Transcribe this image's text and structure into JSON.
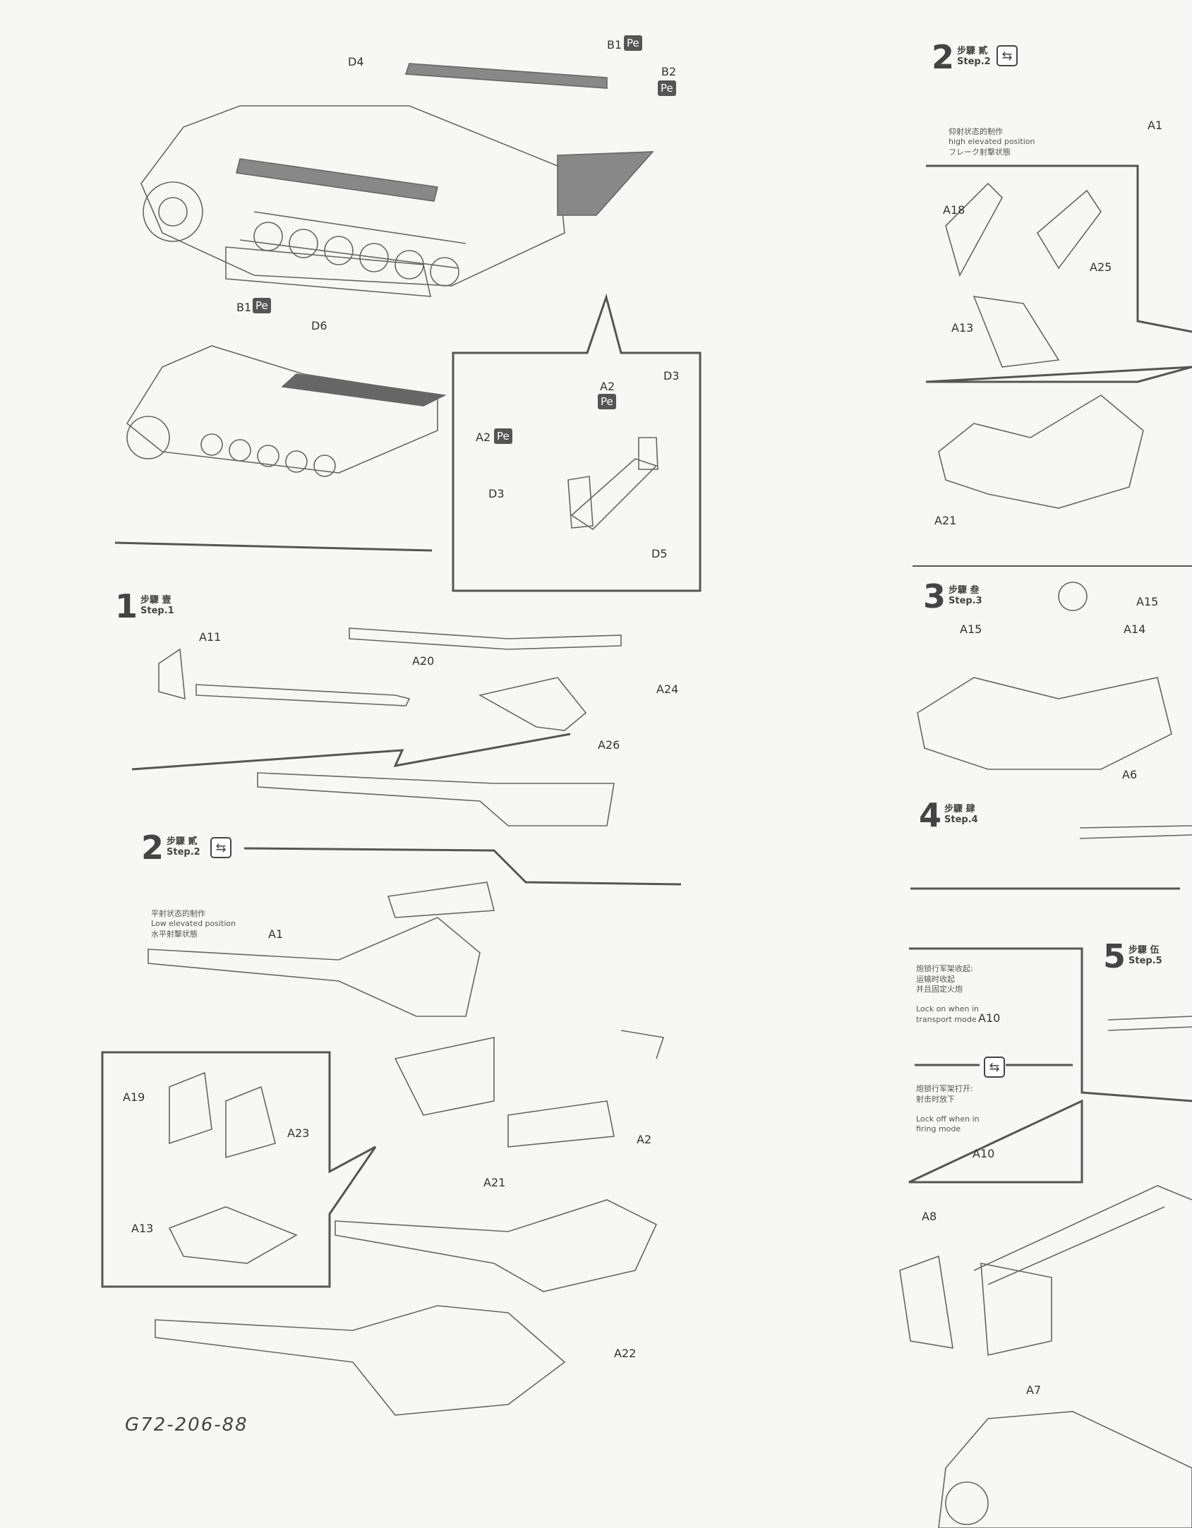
{
  "top_section": {
    "labels": {
      "b1_top": "B1",
      "b2": "B2",
      "d4": "D4",
      "b1_bottom": "B1",
      "d6": "D6",
      "a2_inset_a": "A2",
      "d3_inset_a": "D3",
      "a2_inset_b": "A2",
      "d3_inset_b": "D3",
      "d5": "D5"
    },
    "pe_badge": "Pe"
  },
  "step1": {
    "number": "1",
    "zh": "步驟 壹",
    "en": "Step.1",
    "parts": [
      "A11",
      "A20",
      "A24",
      "A26"
    ]
  },
  "step2_low": {
    "number": "2",
    "zh": "步驟 貳",
    "en": "Step.2",
    "note_zh": "平射状态的制作",
    "note_en": "Low elevated position",
    "note_ja": "水平射擊状態",
    "parts": {
      "a1": "A1",
      "a19": "A19",
      "a23": "A23",
      "a13": "A13",
      "a2": "A2",
      "a21": "A21",
      "a22": "A22"
    }
  },
  "step2_high": {
    "number": "2",
    "zh": "步驟 貳",
    "en": "Step.2",
    "note_zh": "仰射状态的制作",
    "note_en": "high elevated position",
    "note_ja": "フレーク射擊状態",
    "parts": {
      "a1": "A1",
      "a18": "A18",
      "a25": "A25",
      "a13": "A13",
      "a21": "A21"
    }
  },
  "step3": {
    "number": "3",
    "zh": "步驟 叁",
    "en": "Step.3",
    "parts": {
      "a15a": "A15",
      "a15b": "A15",
      "a14": "A14",
      "a6": "A6"
    }
  },
  "step4": {
    "number": "4",
    "zh": "步驟 肆",
    "en": "Step.4"
  },
  "step5": {
    "number": "5",
    "zh": "步驟 伍",
    "en": "Step.5",
    "lock_on": {
      "zh": "炮锁行军架收起:\n运输时收起\n并且固定火炮",
      "en": "Lock on when in transport mode",
      "part": "A10"
    },
    "lock_off": {
      "zh": "炮锁行军架打开:\n射击时放下",
      "en": "Lock off when in firing mode",
      "part": "A10"
    },
    "parts": {
      "a8": "A8",
      "a7": "A7"
    }
  },
  "footer_code": "G72-206-88",
  "swap_icon": "⇆"
}
